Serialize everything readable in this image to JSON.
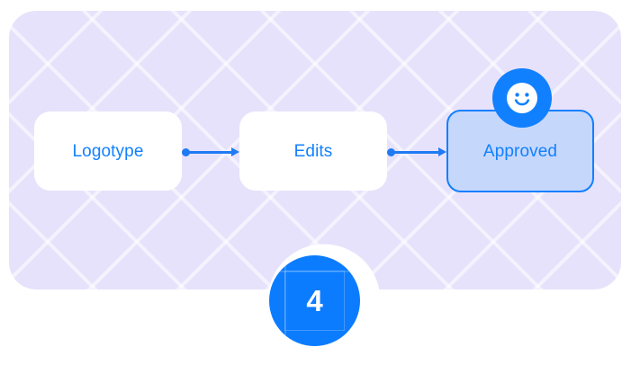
{
  "panel": {
    "background_color": "#E7E2FB",
    "pattern": "diagonal-grid"
  },
  "accent_color": "#1180FF",
  "flow": {
    "steps": [
      {
        "label": "Logotype",
        "state": "default"
      },
      {
        "label": "Edits",
        "state": "default"
      },
      {
        "label": "Approved",
        "state": "active"
      }
    ],
    "connectors": [
      {
        "from": "Logotype",
        "to": "Edits"
      },
      {
        "from": "Edits",
        "to": "Approved"
      }
    ]
  },
  "approved_badge": {
    "icon": "smiley-face-icon",
    "color": "#1180FF"
  },
  "step_badge": {
    "number": "4",
    "color": "#0C7CFF",
    "text_color": "#FFFFFF"
  }
}
